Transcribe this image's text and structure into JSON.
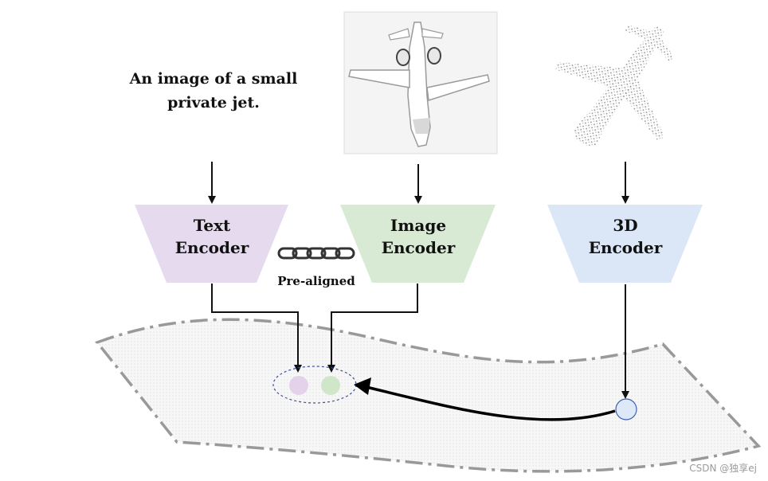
{
  "caption": {
    "line1": "An image of a small",
    "line2": "private jet."
  },
  "encoders": {
    "text": {
      "line1": "Text",
      "line2": "Encoder",
      "color": "#e6dbee"
    },
    "image": {
      "line1": "Image",
      "line2": "Encoder",
      "color": "#d9ead4"
    },
    "shape": {
      "line1": "3D",
      "line2": "Encoder",
      "color": "#dbe7f7"
    }
  },
  "link": {
    "label": "Pre-aligned"
  },
  "embeddings": {
    "text_color": "#e3d2ea",
    "image_color": "#cfe6c9",
    "shape_color": "#dde8f8",
    "shape_stroke": "#3d5fb3"
  },
  "icons": [
    "jet-render-icon",
    "jet-point-cloud-icon",
    "chain-link-icon"
  ],
  "watermark": "CSDN @独享ej"
}
